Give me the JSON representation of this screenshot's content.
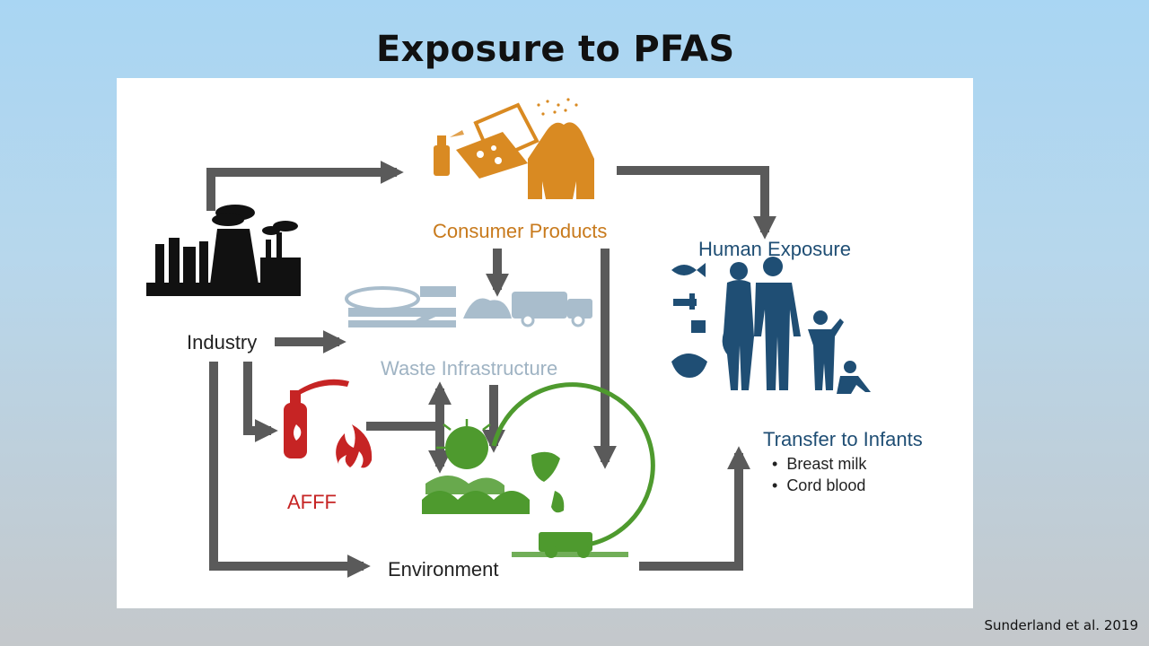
{
  "title": "Exposure to PFAS",
  "nodes": {
    "consumer_products": "Consumer Products",
    "human_exposure": "Human Exposure",
    "industry": "Industry",
    "waste_infrastructure": "Waste Infrastructure",
    "afff": "AFFF",
    "environment": "Environment",
    "transfer_to_infants": "Transfer to Infants"
  },
  "transfer_items": [
    "Breast milk",
    "Cord blood"
  ],
  "citation": "Sunderland et al. 2019",
  "colors": {
    "arrow": "#5a5a5a",
    "consumer": "#d98a22",
    "human": "#1f4e74",
    "waste": "#9fb3c3",
    "afff": "#c62424",
    "environment": "#4e9a2e"
  }
}
